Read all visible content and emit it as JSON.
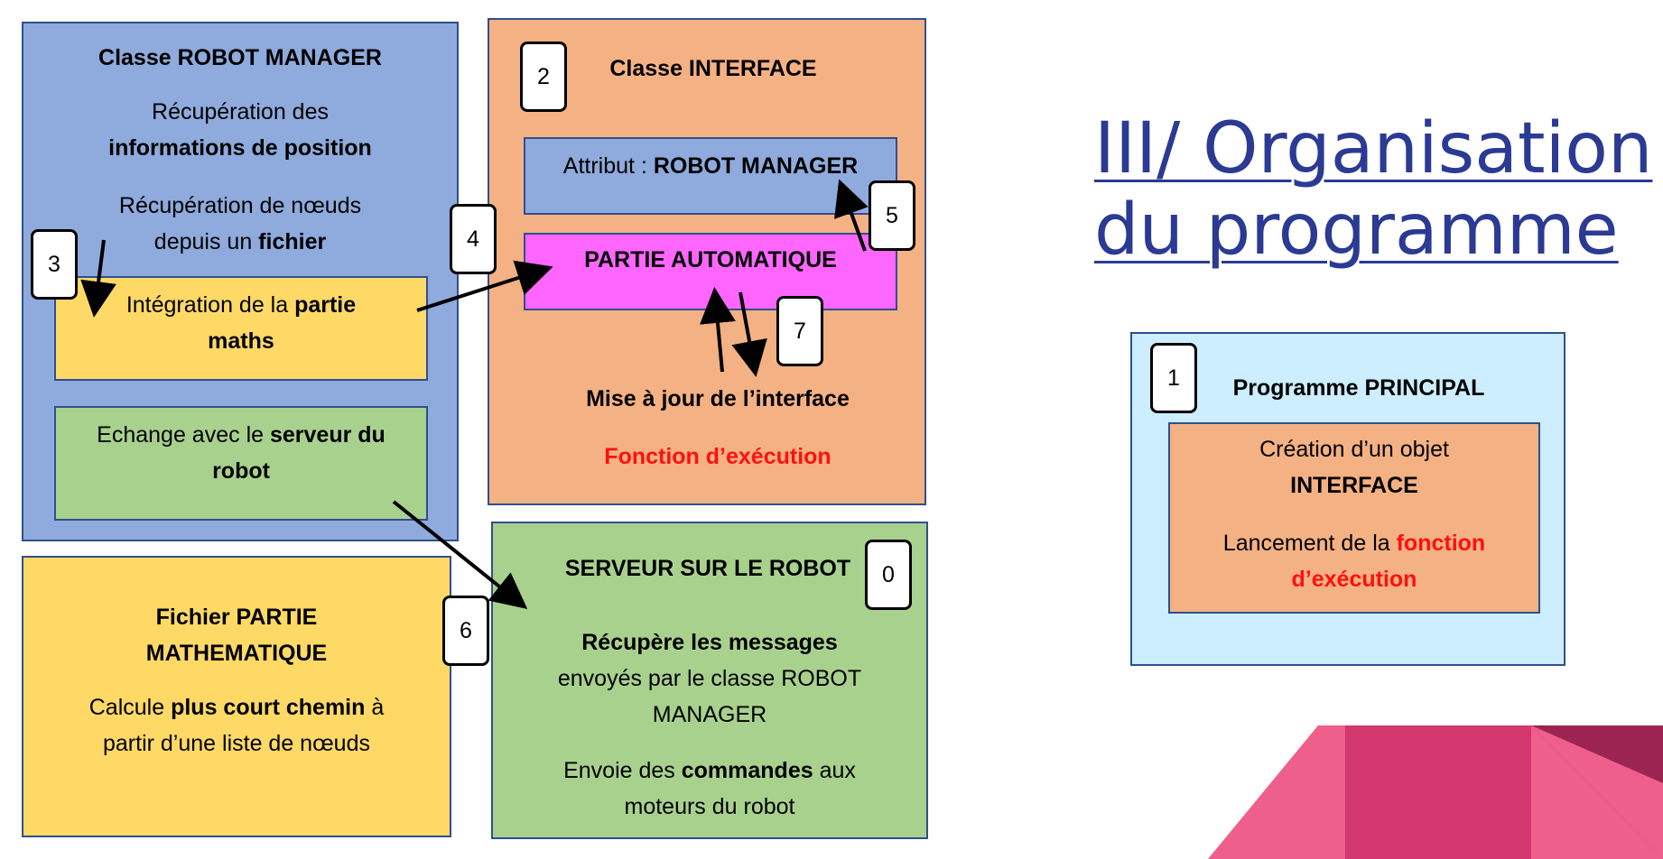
{
  "slide_title": {
    "line1": "III/ Organisation",
    "line2": "du programme"
  },
  "robot_manager": {
    "title": "Classe ROBOT MANAGER",
    "recup_pos_a": "Récupération des",
    "recup_pos_b": "informations de position",
    "recup_noeuds_a": "Récupération de nœuds",
    "recup_noeuds_b": "depuis un ",
    "recup_noeuds_b_bold": "fichier",
    "maths_a": "Intégration de la ",
    "maths_a_bold": "partie",
    "maths_b_bold": "maths",
    "serveur_a": "Echange avec le ",
    "serveur_a_bold": "serveur du",
    "serveur_b_bold": "robot"
  },
  "interface": {
    "title": "Classe INTERFACE",
    "attribut_label": "Attribut : ",
    "attribut_bold": "ROBOT MANAGER",
    "auto_label": "PARTIE AUTOMATIQUE",
    "maj_label": "Mise à jour de l’interface",
    "fonction_label": "Fonction d’exécution"
  },
  "fichier_maths": {
    "title_a": "Fichier PARTIE",
    "title_b": "MATHEMATIQUE",
    "line_a": "Calcule ",
    "line_a_bold": "plus court chemin",
    "line_a_end": " à",
    "line_b": "partir d’une liste de nœuds"
  },
  "serveur_robot": {
    "title": "SERVEUR SUR LE ROBOT",
    "line1_bold": "Récupère les messages",
    "line2": "envoyés par le classe ROBOT",
    "line3": "MANAGER",
    "line4_a": "Envoie des ",
    "line4_bold": "commandes",
    "line4_end": " aux",
    "line5": "moteurs du robot"
  },
  "principal": {
    "title": "Programme PRINCIPAL",
    "line1": "Création d’un objet",
    "line2_bold": "INTERFACE",
    "line3_a": "Lancement de la ",
    "line3_red": "fonction",
    "line4_red": "d’exécution"
  },
  "badges": {
    "b0": "0",
    "b1": "1",
    "b2": "2",
    "b3": "3",
    "b4": "4",
    "b5": "5",
    "b6": "6",
    "b7": "7"
  },
  "colors": {
    "robot_manager_bg": "#8faadc",
    "interface_bg": "#f4b183",
    "maths_bg": "#ffd966",
    "serveur_bg": "#a9d18e",
    "auto_bg": "#ff66ff",
    "principal_bg": "#cceeff",
    "title_text": "#2b3a93",
    "red_text": "#ff1010"
  }
}
